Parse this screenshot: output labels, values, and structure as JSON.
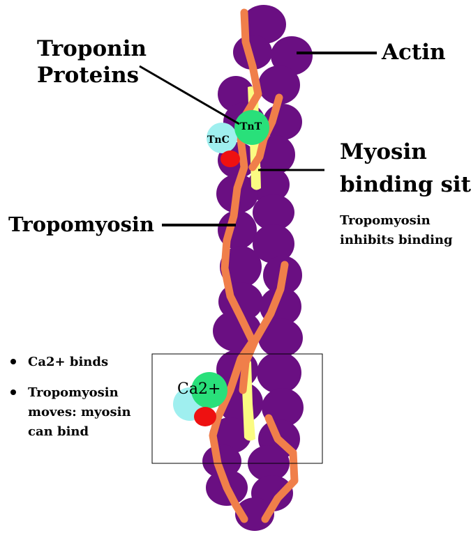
{
  "labels": {
    "troponin_line1": "Troponin",
    "troponin_line2": "Proteins",
    "actin": "Actin",
    "myosin_line1": "Myosin",
    "myosin_line2": "binding site",
    "tropomyosin": "Tropomyosin",
    "inhibit_line1": "Tropomyosin",
    "inhibit_line2": "inhibits binding",
    "tnt": "TnT",
    "tnc": "TnC",
    "ca": "Ca2+"
  },
  "notes": [
    {
      "lines": [
        "Ca2+ binds"
      ]
    },
    {
      "lines": [
        "Tropomyosin",
        "moves: myosin",
        "can bind"
      ]
    }
  ],
  "colors": {
    "actin": "#6a0f82",
    "tropomyosin": "#f07f4a",
    "binding_site": "#fbfb82",
    "tnt": "#29e07a",
    "tnc": "#9fefef",
    "tni": "#ee1111"
  }
}
